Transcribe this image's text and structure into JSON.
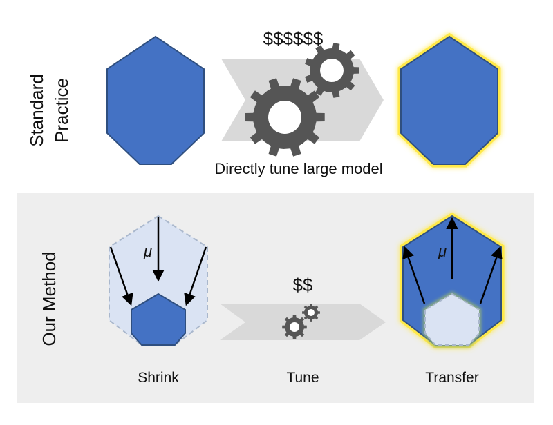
{
  "top": {
    "row_label_line1": "Standard",
    "row_label_line2": "Practice",
    "cost": "$$$$$$",
    "caption": "Directly tune large model"
  },
  "bottom": {
    "row_label": "Our Method",
    "mu_left": "μ",
    "mu_right": "μ",
    "cost": "$$",
    "shrink": "Shrink",
    "tune": "Tune",
    "transfer": "Transfer"
  },
  "colors": {
    "model_blue": "#4472c4",
    "model_stroke": "#2f4f7f",
    "light_fill": "#dae3f3",
    "panel_gray": "#eeeeee",
    "arrow_gray": "#d9d9d9",
    "gear": "#555555",
    "glow": "#ffe94a"
  },
  "icons": [
    "gear-icon",
    "hexagon-model",
    "chevron-arrow"
  ]
}
